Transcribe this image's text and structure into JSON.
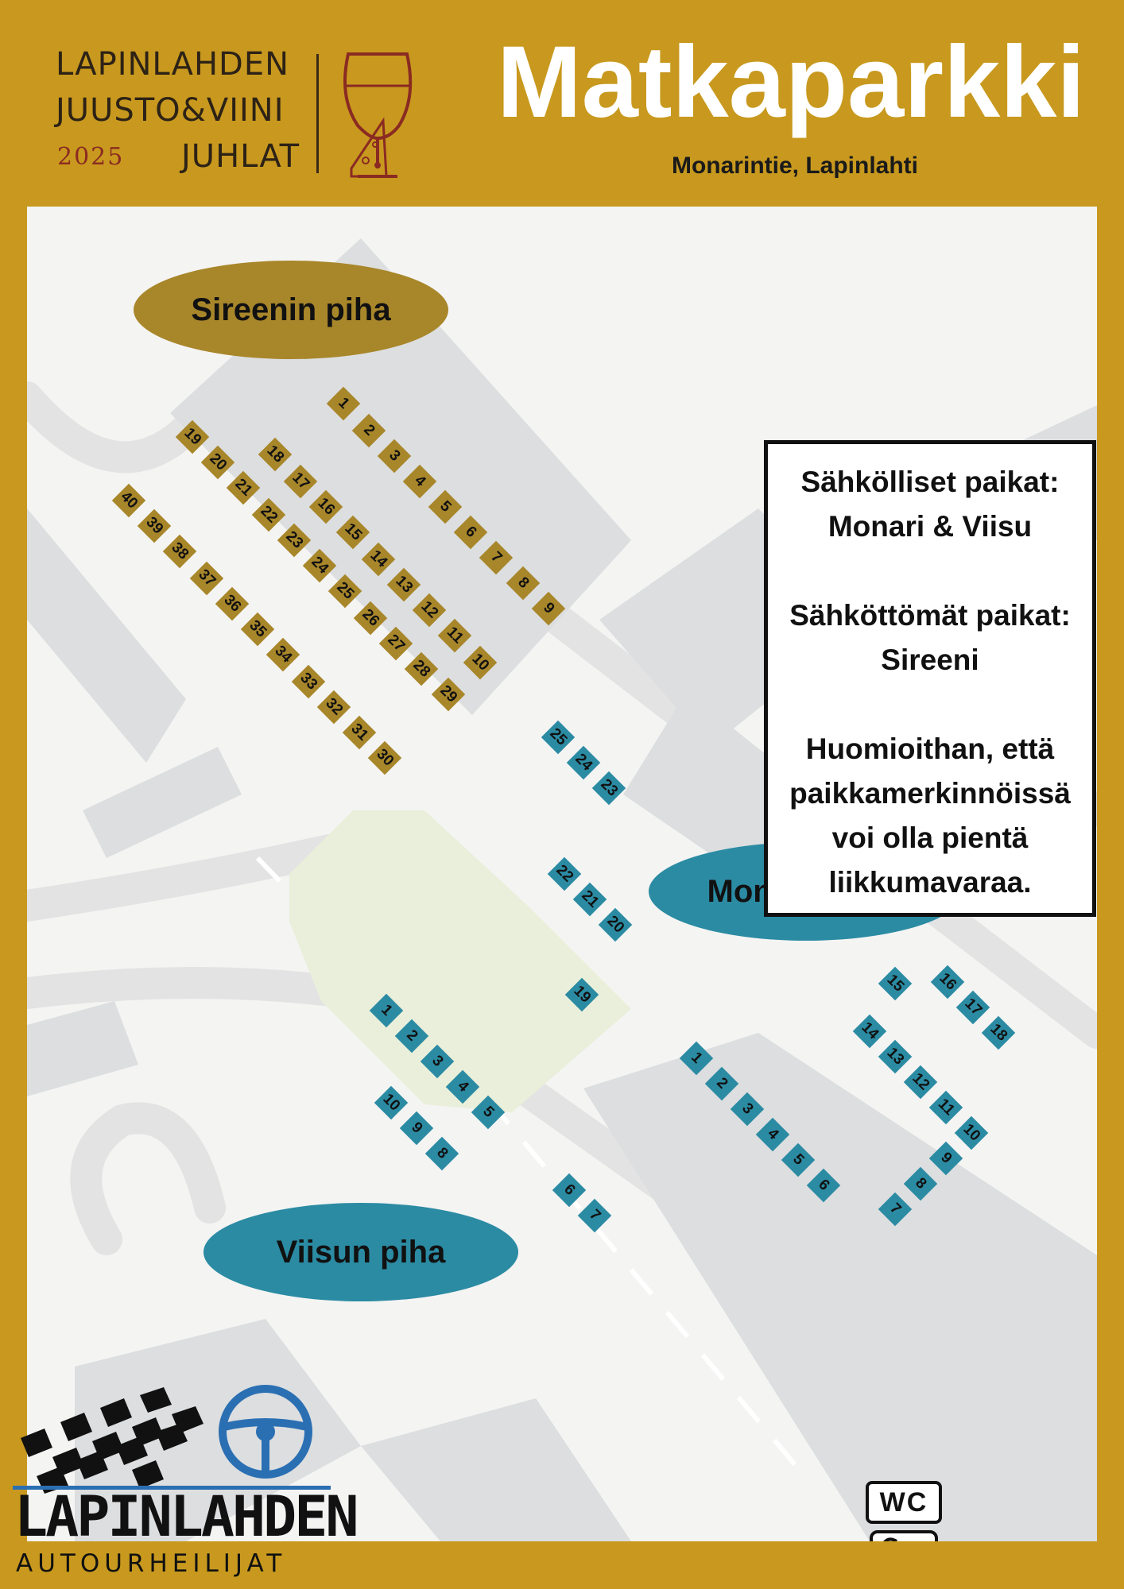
{
  "header": {
    "logo": {
      "line1": "LAPINLAHDEN",
      "line2": "JUUSTO&VIINI",
      "line3": "JUHLAT",
      "year": "2025",
      "icon": "wine-glass-cheese-icon"
    },
    "title": "Matkaparkki",
    "subtitle": "Monarintie, Lapinlahti"
  },
  "info_box": {
    "electric_heading": "Sähkölliset paikat:",
    "electric_value": "Monari & Viisu",
    "non_electric_heading": "Sähköttömät paikat:",
    "non_electric_value": "Sireeni",
    "note_line1": "Huomioithan, että",
    "note_line2": "paikkamerkinnöissä",
    "note_line3": "voi olla pientä",
    "note_line4": "liikkumavaraa."
  },
  "areas": {
    "sireeni": "Sireenin piha",
    "monari": "Monarin piha",
    "viisu": "Viisun piha"
  },
  "colors": {
    "background": "#C8991E",
    "sireeni": "#A8862A",
    "electric": "#2B8BA3"
  },
  "facilities": {
    "wc": "WC",
    "shower_icon": "shower-icon"
  },
  "club_logo": {
    "name": "LAPINLAHDEN",
    "subtitle": "AUTOURHEILIJAT",
    "icons": [
      "checkered-flag-icon",
      "steering-wheel-icon"
    ]
  },
  "spots": {
    "sireeni": [
      "1",
      "2",
      "3",
      "4",
      "5",
      "6",
      "7",
      "8",
      "9",
      "10",
      "11",
      "12",
      "13",
      "14",
      "15",
      "16",
      "17",
      "18",
      "19",
      "20",
      "21",
      "22",
      "23",
      "24",
      "25",
      "26",
      "27",
      "28",
      "29",
      "30",
      "31",
      "32",
      "33",
      "34",
      "35",
      "36",
      "37",
      "38",
      "39",
      "40"
    ],
    "monari": [
      "1",
      "2",
      "3",
      "4",
      "5",
      "6",
      "7",
      "8",
      "9",
      "10",
      "11",
      "12",
      "13",
      "14",
      "15",
      "16",
      "17",
      "18",
      "19",
      "20",
      "21",
      "22",
      "23",
      "24",
      "25"
    ],
    "viisu": [
      "1",
      "2",
      "3",
      "4",
      "5",
      "6",
      "7",
      "8",
      "9",
      "10"
    ]
  }
}
